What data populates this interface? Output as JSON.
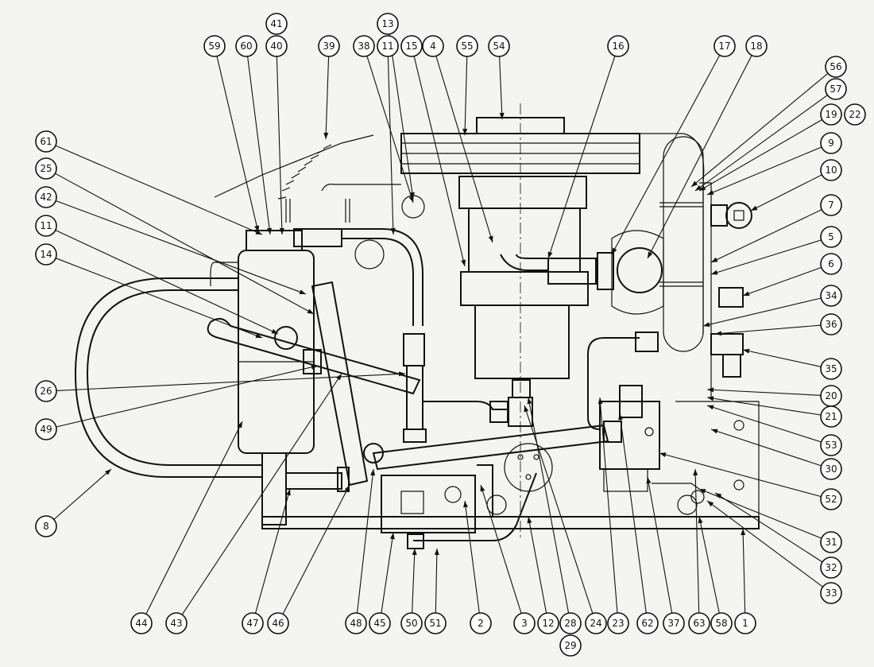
{
  "diagram": {
    "callouts": [
      {
        "label": "1"
      },
      {
        "label": "2"
      },
      {
        "label": "3"
      },
      {
        "label": "4"
      },
      {
        "label": "5"
      },
      {
        "label": "6"
      },
      {
        "label": "7"
      },
      {
        "label": "8"
      },
      {
        "label": "9"
      },
      {
        "label": "10"
      },
      {
        "label": "11"
      },
      {
        "label": "11"
      },
      {
        "label": "12"
      },
      {
        "label": "13"
      },
      {
        "label": "14"
      },
      {
        "label": "15"
      },
      {
        "label": "16"
      },
      {
        "label": "17"
      },
      {
        "label": "18"
      },
      {
        "label": "19"
      },
      {
        "label": "20"
      },
      {
        "label": "21"
      },
      {
        "label": "22"
      },
      {
        "label": "23"
      },
      {
        "label": "24"
      },
      {
        "label": "25"
      },
      {
        "label": "26"
      },
      {
        "label": "28"
      },
      {
        "label": "29"
      },
      {
        "label": "30"
      },
      {
        "label": "31"
      },
      {
        "label": "32"
      },
      {
        "label": "33"
      },
      {
        "label": "34"
      },
      {
        "label": "35"
      },
      {
        "label": "36"
      },
      {
        "label": "37"
      },
      {
        "label": "38"
      },
      {
        "label": "39"
      },
      {
        "label": "40"
      },
      {
        "label": "41"
      },
      {
        "label": "42"
      },
      {
        "label": "43"
      },
      {
        "label": "44"
      },
      {
        "label": "45"
      },
      {
        "label": "46"
      },
      {
        "label": "47"
      },
      {
        "label": "48"
      },
      {
        "label": "49"
      },
      {
        "label": "50"
      },
      {
        "label": "51"
      },
      {
        "label": "52"
      },
      {
        "label": "53"
      },
      {
        "label": "54"
      },
      {
        "label": "55"
      },
      {
        "label": "56"
      },
      {
        "label": "57"
      },
      {
        "label": "58"
      },
      {
        "label": "59"
      },
      {
        "label": "60"
      },
      {
        "label": "61"
      },
      {
        "label": "62"
      },
      {
        "label": "63"
      }
    ]
  },
  "colors": {
    "ink": "#111111",
    "paper": "#f4f4f2"
  }
}
